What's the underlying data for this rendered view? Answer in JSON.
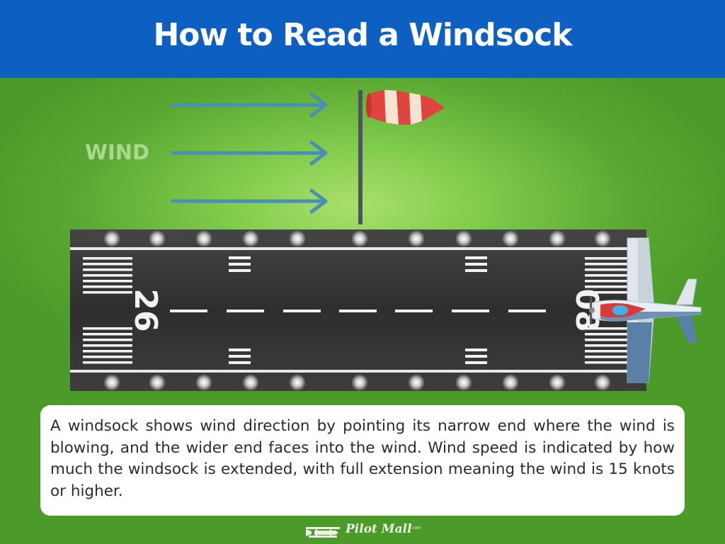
{
  "title": "How to Read a Windsock",
  "wind_label": "WIND",
  "runway": {
    "left_number": "26",
    "right_number": "08"
  },
  "caption": "A windsock shows wind direction by pointing its narrow end where the wind is blowing, and the wider end faces into the wind. Wind speed is indicated by how much the windsock is extended, with full extension meaning the wind is 15 knots or higher.",
  "logo": {
    "text": "Pilot Mall",
    "suffix": ".com"
  },
  "colors": {
    "header": "#0d5fc2",
    "grass": "#6dbb3e",
    "arrow": "#4a8fb5",
    "runway": "#3a3a3a",
    "windsock_red": "#e0443e"
  }
}
